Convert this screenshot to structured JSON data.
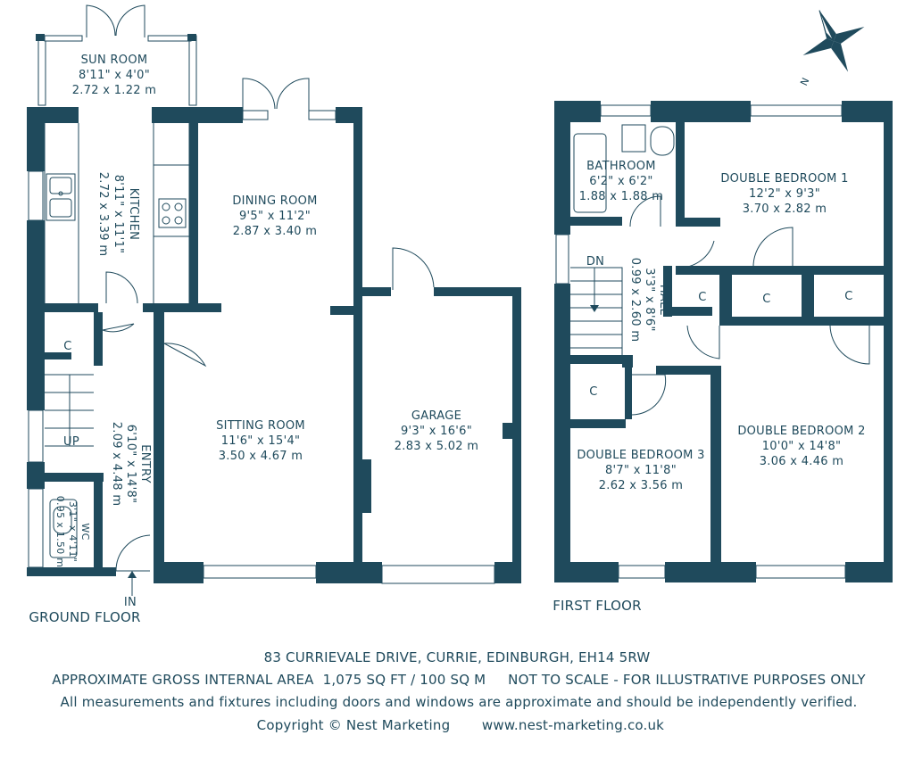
{
  "ground_floor": {
    "label": "GROUND FLOOR",
    "in_label": "IN",
    "up_label": "UP",
    "rooms": {
      "sun_room": {
        "name": "SUN ROOM",
        "imperial": "8'11\" x 4'0\"",
        "metric": "2.72 x 1.22 m"
      },
      "kitchen": {
        "name": "KITCHEN",
        "imperial": "8'11\" x 11'1\"",
        "metric": "2.72 x 3.39 m"
      },
      "dining_room": {
        "name": "DINING ROOM",
        "imperial": "9'5\" x 11'2\"",
        "metric": "2.87 x 3.40 m"
      },
      "sitting_room": {
        "name": "SITTING ROOM",
        "imperial": "11'6\" x 15'4\"",
        "metric": "3.50 x 4.67 m"
      },
      "garage": {
        "name": "GARAGE",
        "imperial": "9'3\" x 16'6\"",
        "metric": "2.83 x 5.02 m"
      },
      "entry": {
        "name": "ENTRY",
        "imperial": "6'10\" x 14'8\"",
        "metric": "2.09 x 4.48 m"
      },
      "wc": {
        "name": "WC",
        "imperial": "3'1\" x 4'11\"",
        "metric": "0.95 x 1.50 m"
      },
      "cupboard": {
        "name": "C"
      }
    }
  },
  "first_floor": {
    "label": "FIRST FLOOR",
    "dn_label": "DN",
    "rooms": {
      "bathroom": {
        "name": "BATHROOM",
        "imperial": "6'2\" x 6'2\"",
        "metric": "1.88 x 1.88 m"
      },
      "bedroom1": {
        "name": "DOUBLE BEDROOM 1",
        "imperial": "12'2\" x 9'3\"",
        "metric": "3.70 x 2.82 m"
      },
      "hall": {
        "name": "HALL",
        "imperial": "3'3\" x 8'6\"",
        "metric": "0.99 x 2.60 m"
      },
      "bedroom2": {
        "name": "DOUBLE BEDROOM 2",
        "imperial": "10'0\" x 14'8\"",
        "metric": "3.06 x 4.46 m"
      },
      "bedroom3": {
        "name": "DOUBLE BEDROOM 3",
        "imperial": "8'7\" x 11'8\"",
        "metric": "2.62 x 3.56 m"
      },
      "cupboard": {
        "name": "C"
      }
    }
  },
  "compass": {
    "label": "N"
  },
  "footer": {
    "address": "83 CURRIEVALE DRIVE, CURRIE, EDINBURGH, EH14 5RW",
    "area": "APPROXIMATE GROSS INTERNAL AREA  1,075 SQ FT / 100 SQ M     NOT TO SCALE - FOR ILLUSTRATIVE PURPOSES ONLY",
    "disclaimer": "All measurements and fixtures including doors and windows are approximate and should be independently verified.",
    "copyright": "Copyright © Nest Marketing",
    "website": "www.nest-marketing.co.uk"
  },
  "colors": {
    "wall": "#1f4a5c",
    "background": "#ffffff"
  }
}
